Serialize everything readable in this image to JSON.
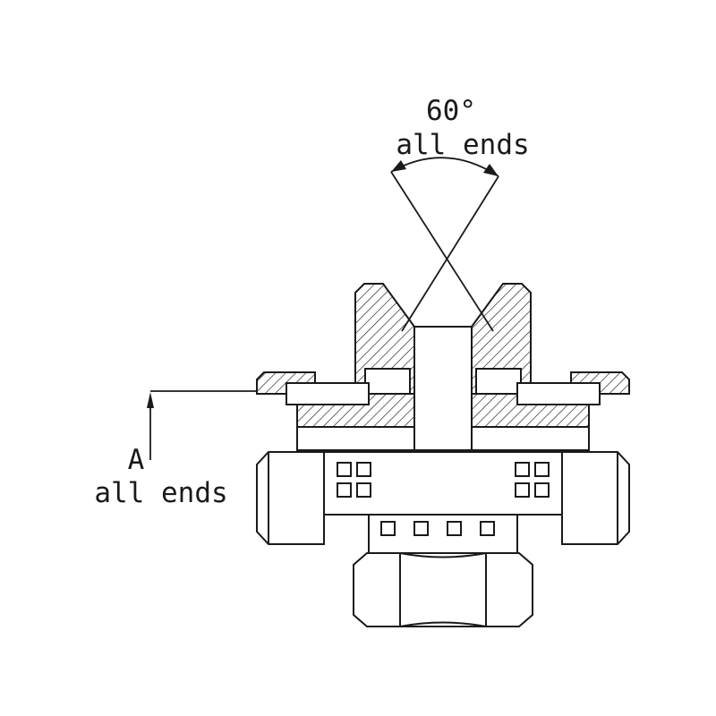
{
  "page": {
    "background_color": "#ffffff",
    "line_color": "#1a1a1a",
    "description": "Technical section drawing of a hydraulic cross fitting with female swivel ends"
  },
  "annotations": {
    "cone_angle": {
      "value": "60°",
      "scope": "all ends"
    },
    "dimension": {
      "label": "A",
      "scope": "all ends"
    }
  }
}
